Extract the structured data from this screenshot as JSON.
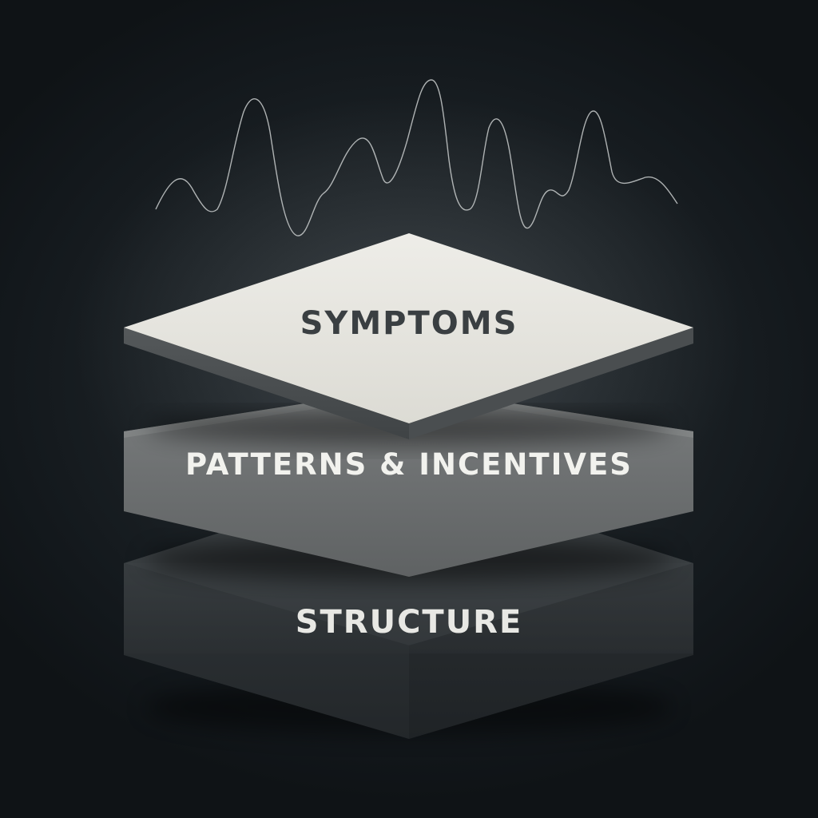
{
  "layers": [
    {
      "label": "SYMPTOMS"
    },
    {
      "label": "PATTERNS & INCENTIVES"
    },
    {
      "label": "STRUCTURE"
    }
  ],
  "colors": {
    "background": "#13181c",
    "symptoms_top": "#e8e7e1",
    "patterns_face": "#6e7172",
    "structure_face": "#363b3e",
    "wave_line": "#c9cccc",
    "symptoms_text": "#3a3f42",
    "light_text": "#f2f2ee"
  },
  "icons": {
    "wave": "signal-wave-icon"
  }
}
